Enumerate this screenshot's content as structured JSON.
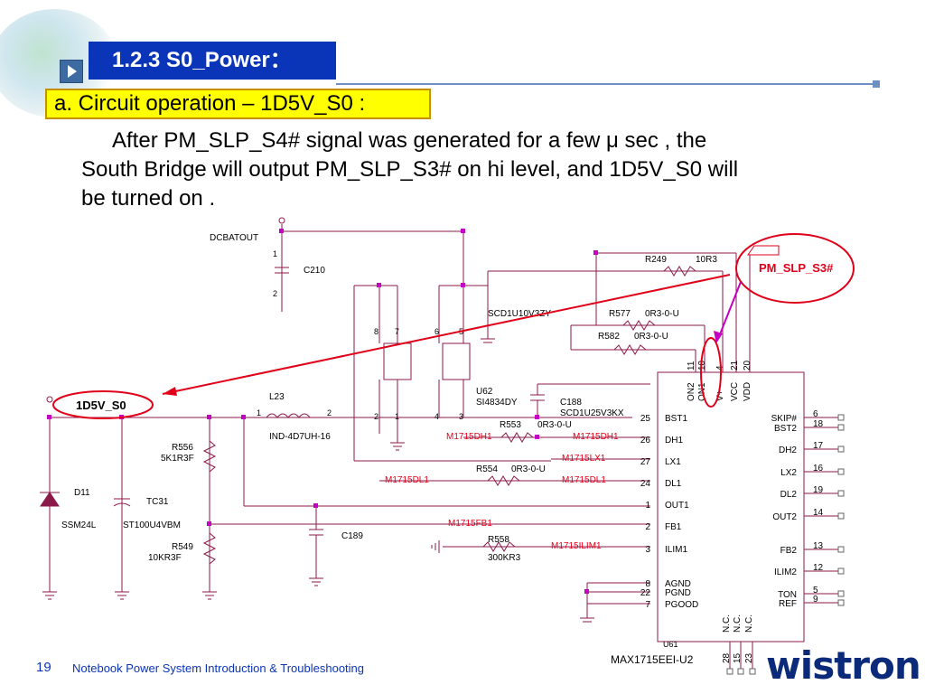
{
  "slide": {
    "title": "1.2.3  S0_Power：",
    "subtitle": "a. Circuit operation – 1D5V_S0 :",
    "paragraph_line1": "After PM_SLP_S4# signal was generated for a few μ sec , the",
    "paragraph_line2": "South Bridge will output PM_SLP_S3# on hi level, and 1D5V_S0 will",
    "paragraph_line3": "be turned on .",
    "page_number": "19",
    "footer": "Notebook Power System Introduction & Troubleshooting",
    "logo": "wistron",
    "accent_color": "#0a35b8",
    "highlight_color": "#ffff00"
  },
  "schematic": {
    "dcbatout": "DCBATOUT",
    "c210": "C210",
    "c189": "C189",
    "c188": "C188",
    "c188_part": "SCD1U25V3KX",
    "u62": "U62",
    "u62_part": "SI4834DY",
    "scd_label": "SCD1U10V3ZY",
    "l23": "L23",
    "l23_part": "IND-4D7UH-16",
    "r556": "R556",
    "r556_val": "5K1R3F",
    "r549": "R549",
    "r549_val": "10KR3F",
    "d11": "D11",
    "d11_part": "SSM24L",
    "tc31": "TC31",
    "tc31_part": "ST100U4VBM",
    "r249": "R249",
    "r249_val": "10R3",
    "r577": "R577",
    "r577_val": "0R3-0-U",
    "r582": "R582",
    "r582_val": "0R3-0-U",
    "r553": "R553",
    "r553_val": "0R3-0-U",
    "r554": "R554",
    "r554_val": "0R3-0-U",
    "r558": "R558",
    "r558_val": "300KR3",
    "net_dh1_a": "M1715DH1",
    "net_dh1_b": "M1715DH1",
    "net_lx1": "M1715LX1",
    "net_dl1_a": "M1715DL1",
    "net_dl1_b": "M1715DL1",
    "net_fb1": "M1715FB1",
    "net_ilim1": "M1715ILIM1",
    "out_label": "1D5V_S0",
    "signal_label": "PM_SLP_S3#",
    "ic_ref": "U61",
    "ic_part": "MAX1715EEI-U2",
    "pins_left": [
      {
        "num": "25",
        "name": "BST1"
      },
      {
        "num": "26",
        "name": "DH1"
      },
      {
        "num": "27",
        "name": "LX1"
      },
      {
        "num": "24",
        "name": "DL1"
      },
      {
        "num": "1",
        "name": "OUT1"
      },
      {
        "num": "2",
        "name": "FB1"
      },
      {
        "num": "3",
        "name": "ILIM1"
      },
      {
        "num": "8",
        "name": "AGND"
      },
      {
        "num": "22",
        "name": "PGND"
      },
      {
        "num": "7",
        "name": "PGOOD"
      }
    ],
    "pins_right": [
      {
        "num": "6",
        "name": "SKIP#"
      },
      {
        "num": "18",
        "name": "BST2"
      },
      {
        "num": "17",
        "name": "DH2"
      },
      {
        "num": "16",
        "name": "LX2"
      },
      {
        "num": "19",
        "name": "DL2"
      },
      {
        "num": "14",
        "name": "OUT2"
      },
      {
        "num": "13",
        "name": "FB2"
      },
      {
        "num": "12",
        "name": "ILIM2"
      },
      {
        "num": "5",
        "name": "TON"
      },
      {
        "num": "9",
        "name": "REF"
      }
    ],
    "pins_top": [
      {
        "num": "11",
        "name": "ON2"
      },
      {
        "num": "10",
        "name": "ON1"
      },
      {
        "num": "4",
        "name": "V+"
      },
      {
        "num": "21",
        "name": "VCC"
      },
      {
        "num": "20",
        "name": "VDD"
      }
    ],
    "pins_bottom": [
      {
        "num": "28",
        "name": "N.C."
      },
      {
        "num": "15",
        "name": "N.C."
      },
      {
        "num": "23",
        "name": "N.C."
      }
    ],
    "mos_pins": [
      "8",
      "7",
      "6",
      "5",
      "2",
      "1",
      "4",
      "3"
    ],
    "pin1": "1",
    "pin2": "2"
  }
}
